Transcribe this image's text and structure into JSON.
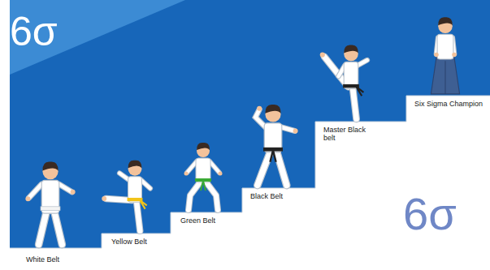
{
  "diagram": {
    "nodes": [
      {
        "text": [
          "White Belt"
        ]
      },
      {
        "text": [
          "Yellow Belt"
        ]
      },
      {
        "text": [
          "Green Belt"
        ]
      },
      {
        "text": [
          "Black Belt"
        ]
      },
      {
        "text": [
          "Master Black belt"
        ]
      },
      {
        "text": [
          "Six Sigma Champion"
        ]
      }
    ],
    "labels": [
      "6σ",
      "6σ"
    ]
  }
}
